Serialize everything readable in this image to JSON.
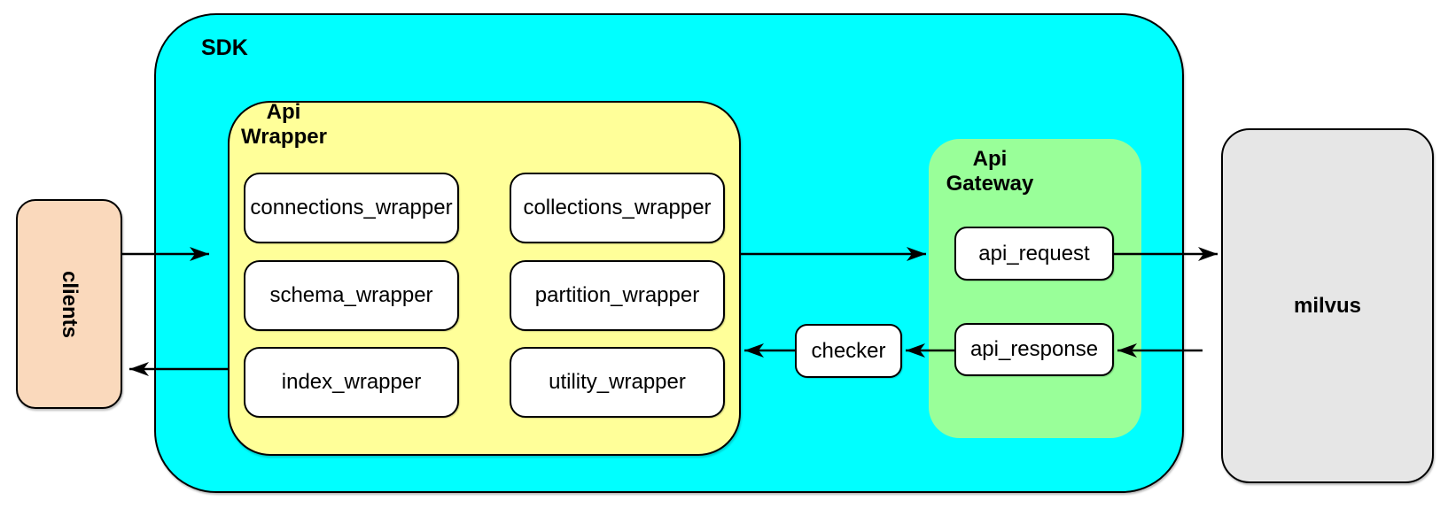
{
  "diagram": {
    "clients": {
      "label": "clients"
    },
    "sdk": {
      "label": "SDK",
      "api_wrapper": {
        "label_line1": "Api",
        "label_line2": "Wrapper",
        "modules": [
          "connections_wrapper",
          "collections_wrapper",
          "schema_wrapper",
          "partition_wrapper",
          "index_wrapper",
          "utility_wrapper"
        ]
      },
      "checker": {
        "label": "checker"
      },
      "api_gateway": {
        "label_line1": "Api",
        "label_line2": "Gateway",
        "request_label": "api_request",
        "response_label": "api_response"
      }
    },
    "milvus": {
      "label": "milvus"
    },
    "connections": [
      {
        "from": "clients",
        "to": "sdk"
      },
      {
        "from": "api_wrapper",
        "to": "api_request"
      },
      {
        "from": "api_request",
        "to": "milvus"
      },
      {
        "from": "milvus",
        "to": "api_response"
      },
      {
        "from": "api_response",
        "to": "checker"
      },
      {
        "from": "checker",
        "to": "api_wrapper"
      },
      {
        "from": "api_wrapper",
        "to": "clients"
      }
    ],
    "colors": {
      "sdk_fill": "#00FFFF",
      "api_wrapper_fill": "#FFFF99",
      "api_gateway_fill": "#99FF99",
      "clients_fill": "#FAD9BC",
      "milvus_fill": "#E6E6E6",
      "module_fill": "#FFFFFF",
      "border": "#000000"
    }
  }
}
